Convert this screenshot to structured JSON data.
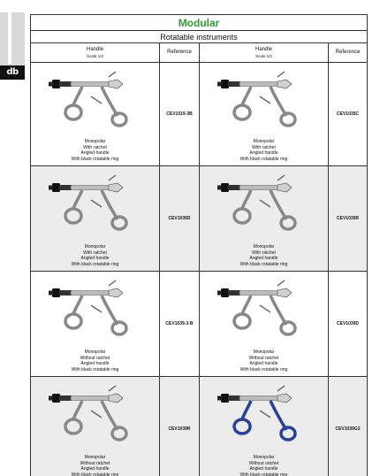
{
  "header": {
    "title": "Modular",
    "subtitle": "Rotatable instruments"
  },
  "columns": {
    "handle": "Handle",
    "scale": "Scale 1/3",
    "reference": "Reference"
  },
  "colors": {
    "title_green": "#2e9e33",
    "row_grey": "#ececec",
    "blue_handle": "#27409a"
  },
  "rows": [
    {
      "left": {
        "lines": [
          "Monopolar",
          "With ratchet",
          "Angled handle",
          "With black rotatable ring"
        ],
        "ref": "CEV1019-3B",
        "handle_color": "steel"
      },
      "right": {
        "lines": [
          "Monopolar",
          "With ratchet",
          "Angled handle",
          "With black rotatable ring"
        ],
        "ref": "CEV1035C",
        "handle_color": "steel"
      }
    },
    {
      "left": {
        "lines": [
          "Monopolar",
          "With ratchet",
          "Angled handle",
          "With black rotatable ring"
        ],
        "ref": "CEV1035D",
        "handle_color": "steel"
      },
      "right": {
        "lines": [
          "Monopolar",
          "With ratchet",
          "Angled handle",
          "With black rotatable ring"
        ],
        "ref": "CEV1035R",
        "handle_color": "steel"
      }
    },
    {
      "left": {
        "lines": [
          "Monopolar",
          "Without ratchet",
          "Angled handle",
          "With black rotatable ring"
        ],
        "ref": "CEV1039-3-B",
        "handle_color": "steel"
      },
      "right": {
        "lines": [
          "Monopolar",
          "Without ratchet",
          "Angled handle",
          "With black rotatable ring"
        ],
        "ref": "CEV1039D",
        "handle_color": "steel"
      }
    },
    {
      "left": {
        "lines": [
          "Monopolar",
          "Without ratchet",
          "Angled handle",
          "With black rotatable ring"
        ],
        "ref": "CEV1039R",
        "handle_color": "steel"
      },
      "right": {
        "lines": [
          "Monopolar",
          "Without ratchet",
          "Angled handle",
          "With black rotatable ring"
        ],
        "ref": "CEV1039G3",
        "handle_color": "blue"
      }
    }
  ]
}
